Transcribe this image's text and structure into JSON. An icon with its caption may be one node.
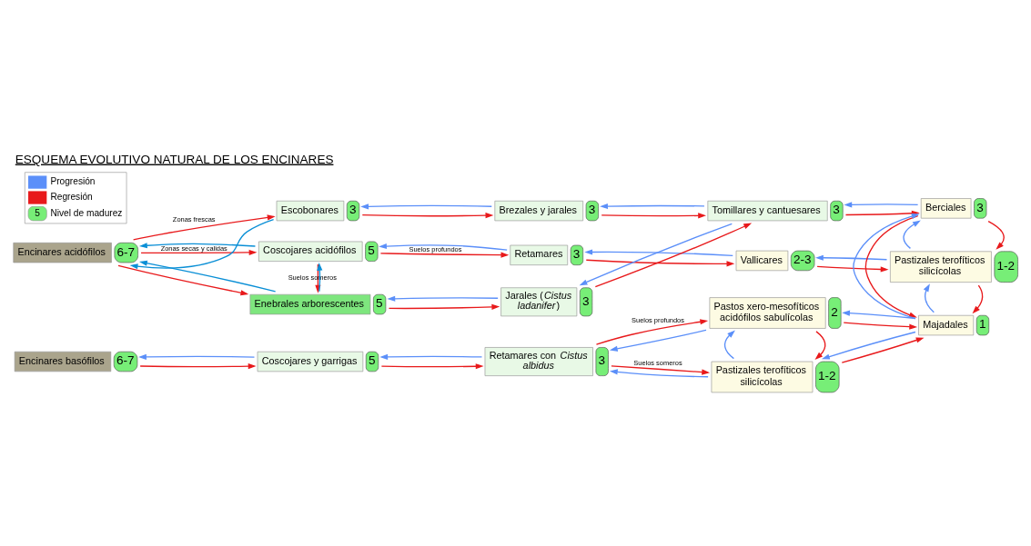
{
  "diagram": {
    "title": "ESQUEMA EVOLUTIVO NATURAL DE LOS ENCINARES",
    "nodes": [
      {
        "text": [
          "Coscojares acidófilos"
        ],
        "beside": [
          "5"
        ]
      },
      {
        "text": [
          "Retamares"
        ],
        "beside": [
          "3"
        ]
      },
      {
        "text": [
          "Vallicares"
        ],
        "beside": [
          "2-3"
        ]
      },
      {
        "text": [
          "Pastizales terofíticos silicícolas"
        ],
        "beside": [
          "1-2"
        ]
      },
      {
        "text": [
          "Encinares acidófilos"
        ],
        "beside": [
          "6-7"
        ]
      },
      {
        "text": [
          "Enebrales arborescentes"
        ],
        "beside": [
          "5"
        ]
      },
      {
        "text": [
          "Jarales (*Cistus ladanifer*)"
        ],
        "beside": [
          "3"
        ]
      },
      {
        "text": [
          "Berciales"
        ],
        "beside": [
          "3"
        ]
      },
      {
        "text": [
          "Tomillares y cantuesares"
        ],
        "beside": [
          "3"
        ]
      },
      {
        "text": [
          "Majadales"
        ],
        "beside": [
          "1"
        ]
      },
      {
        "text": [
          "Escobonares"
        ],
        "beside": [
          "3"
        ]
      },
      {
        "text": [
          "Brezales y jarales"
        ],
        "beside": [
          "3"
        ]
      },
      {
        "text": [
          "Pastos xero-mesofíticos acidófilos sabulícolas"
        ],
        "beside": [
          "2"
        ]
      },
      {
        "text": [
          "Encinares basófilos"
        ],
        "beside": [
          "6-7"
        ]
      },
      {
        "text": [
          "Coscojares y garrigas"
        ],
        "beside": [
          "5"
        ]
      },
      {
        "text": [
          "Retamares con *Cistus albidus*"
        ],
        "beside": [
          "3"
        ]
      },
      {
        "text": [
          "Pastizales terofíticos silicícolas"
        ],
        "beside": [
          "1-2"
        ]
      }
    ],
    "edges": [
      {
        "from": 4,
        "to": 0,
        "arrow": "to",
        "label": "Zonas secas y calidas",
        "color": "#e8191b"
      },
      {
        "from": 0,
        "to": 4,
        "arrow": "to",
        "color": "#0a8fd6"
      },
      {
        "from": 0,
        "to": 1,
        "arrow": "to",
        "label": "Suelos profundos",
        "color": "#e8191b"
      },
      {
        "from": 1,
        "to": 0,
        "arrow": "to",
        "color": "#5b8ff9"
      },
      {
        "from": 1,
        "to": 2,
        "arrow": "to",
        "color": "#e8191b"
      },
      {
        "from": 2,
        "to": 1,
        "arrow": "to",
        "color": "#5b8ff9"
      },
      {
        "from": 2,
        "to": 3,
        "arrow": "to",
        "color": "#e8191b"
      },
      {
        "from": 3,
        "to": 2,
        "arrow": "to",
        "color": "#5b8ff9"
      },
      {
        "from": 0,
        "to": 5,
        "arrow": "to",
        "label": "Suelos someros",
        "color": "#e8191b"
      },
      {
        "from": 5,
        "to": 0,
        "arrow": "to",
        "color": "#0a8fd6"
      },
      {
        "from": 5,
        "to": 6,
        "arrow": "to",
        "color": "#e8191b"
      },
      {
        "from": 6,
        "to": 5,
        "arrow": "to",
        "color": "#5b8ff9"
      },
      {
        "from": 4,
        "to": 5,
        "arrow": "to",
        "color": "#e8191b"
      },
      {
        "from": 5,
        "to": 4,
        "arrow": "to",
        "color": "#0a8fd6"
      },
      {
        "from": 6,
        "to": 8,
        "arrow": "to",
        "color": "#e8191b"
      },
      {
        "from": 8,
        "to": 6,
        "arrow": "to",
        "color": "#5b8ff9"
      },
      {
        "from": 8,
        "to": 7,
        "arrow": "to",
        "color": "#e8191b"
      },
      {
        "from": 7,
        "to": 8,
        "arrow": "to",
        "color": "#5b8ff9"
      },
      {
        "from": 7,
        "to": 3,
        "arrow": "to",
        "color": "#e8191b"
      },
      {
        "from": 3,
        "to": 7,
        "arrow": "to",
        "color": "#5b8ff9"
      },
      {
        "from": 3,
        "to": 9,
        "arrow": "to",
        "color": "#e8191b"
      },
      {
        "from": 9,
        "to": 3,
        "arrow": "to",
        "color": "#5b8ff9"
      },
      {
        "from": 7,
        "to": 9,
        "arrow": "to",
        "color": "#e8191b"
      },
      {
        "from": 9,
        "to": 7,
        "arrow": "to",
        "color": "#5b8ff9"
      },
      {
        "from": 4,
        "to": 10,
        "arrow": "to",
        "label": "Zonas frescas",
        "color": "#e8191b"
      },
      {
        "from": 10,
        "to": 4,
        "arrow": "to",
        "color": "#0a8fd6"
      },
      {
        "from": 10,
        "to": 11,
        "arrow": "to",
        "color": "#e8191b"
      },
      {
        "from": 11,
        "to": 10,
        "arrow": "to",
        "color": "#5b8ff9"
      },
      {
        "from": 11,
        "to": 8,
        "arrow": "to",
        "color": "#e8191b"
      },
      {
        "from": 8,
        "to": 11,
        "arrow": "to",
        "color": "#5b8ff9"
      },
      {
        "from": 12,
        "to": 9,
        "arrow": "to",
        "color": "#e8191b"
      },
      {
        "from": 9,
        "to": 12,
        "arrow": "to",
        "color": "#5b8ff9"
      },
      {
        "from": 16,
        "to": 9,
        "arrow": "to",
        "color": "#e8191b"
      },
      {
        "from": 9,
        "to": 16,
        "arrow": "to",
        "color": "#5b8ff9"
      },
      {
        "from": 13,
        "to": 14,
        "arrow": "to",
        "color": "#e8191b"
      },
      {
        "from": 14,
        "to": 13,
        "arrow": "to",
        "color": "#5b8ff9"
      },
      {
        "from": 14,
        "to": 15,
        "arrow": "to",
        "color": "#e8191b"
      },
      {
        "from": 15,
        "to": 14,
        "arrow": "to",
        "color": "#5b8ff9"
      },
      {
        "from": 15,
        "to": 12,
        "arrow": "to",
        "label": "Suelos profundos",
        "color": "#e8191b"
      },
      {
        "from": 12,
        "to": 15,
        "arrow": "to",
        "color": "#5b8ff9"
      },
      {
        "from": 15,
        "to": 16,
        "arrow": "to",
        "label": "Suelos someros",
        "color": "#e8191b"
      },
      {
        "from": 16,
        "to": 15,
        "arrow": "to",
        "color": "#5b8ff9"
      },
      {
        "from": 12,
        "to": 16,
        "arrow": "to",
        "color": "#e8191b"
      },
      {
        "from": 16,
        "to": 12,
        "arrow": "to",
        "color": "#5b8ff9"
      }
    ],
    "labels": [
      "5"
    ],
    "legend": [
      {
        "text": "Progresión"
      },
      {
        "text": "Regresión"
      },
      {
        "text": "Nivel de madurez"
      }
    ]
  }
}
